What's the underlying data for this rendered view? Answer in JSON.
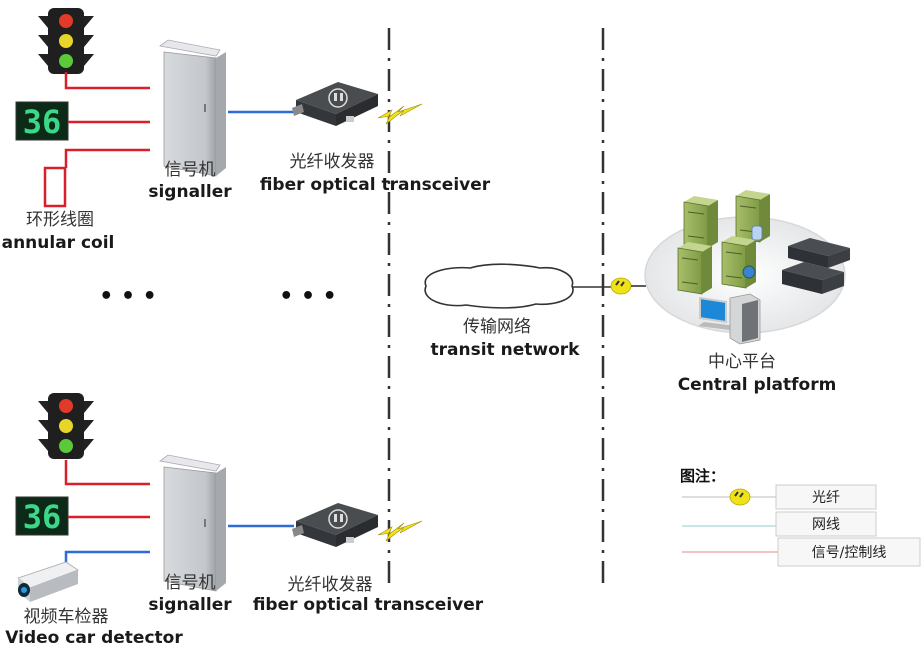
{
  "top_branch": {
    "signaller": {
      "cn": "信号机",
      "en": "signaller"
    },
    "transceiver": {
      "cn": "光纤收发器",
      "en": "fiber optical transceiver"
    },
    "coil": {
      "cn": "环形线圈",
      "en": "annular coil"
    },
    "countdown": "36"
  },
  "bottom_branch": {
    "signaller": {
      "cn": "信号机",
      "en": "signaller"
    },
    "transceiver": {
      "cn": "光纤收发器",
      "en": "fiber optical transceiver"
    },
    "detector": {
      "cn": "视频车检器",
      "en": "Video car detector"
    },
    "countdown": "36"
  },
  "ellipsis": [
    "• • •",
    "• • •"
  ],
  "network": {
    "cn": "传输网络",
    "en": "transit network"
  },
  "platform": {
    "cn": "中心平台",
    "en": "Central platform"
  },
  "legend": {
    "title": "图注：",
    "items": [
      {
        "label": "光纤",
        "color": "#c9c9c9"
      },
      {
        "label": "网线",
        "color": "#a8d8dc"
      },
      {
        "label": "信号/控制线",
        "color": "#e8a0a0"
      }
    ]
  },
  "colors": {
    "signal_line": "#d9202a",
    "network_line": "#2f6bd6",
    "divider": "#333333"
  }
}
